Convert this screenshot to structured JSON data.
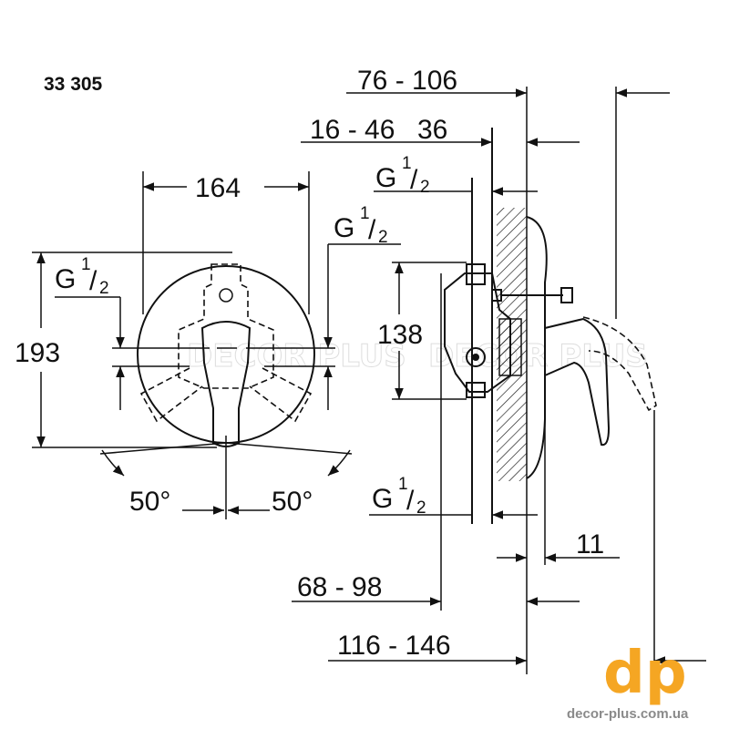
{
  "product_code": "33 305",
  "dimensions": {
    "d_76_106": "76 - 106",
    "d_16_46": "16 - 46",
    "d_36": "36",
    "d_164": "164",
    "d_193": "193",
    "d_138": "138",
    "d_68_98": "68 - 98",
    "d_116_146": "116 - 146",
    "d_11": "11",
    "angle_left": "50°",
    "angle_right": "50°"
  },
  "thread": {
    "g": "G",
    "num": "1",
    "den": "2"
  },
  "watermark": "DECOR PLUS",
  "logo": {
    "text": "dp",
    "accent": "#f5a623"
  },
  "site": "decor-plus.com.ua"
}
